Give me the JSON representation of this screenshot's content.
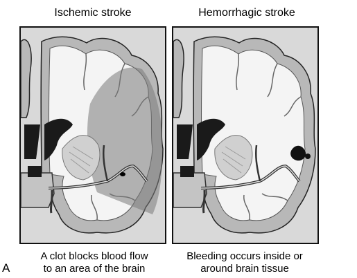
{
  "figure": {
    "letter": "A",
    "panels": [
      {
        "title": "Ischemic stroke",
        "caption_line1": "A clot blocks blood flow",
        "caption_line2": "to an area of the brain"
      },
      {
        "title": "Hemorrhagic stroke",
        "caption_line1": "Bleeding occurs inside or",
        "caption_line2": "around brain tissue"
      }
    ]
  },
  "colors": {
    "panel_bg": "#d9d9d9",
    "white_matter": "#f4f4f4",
    "gray_matter": "#b8b8b8",
    "ischemic_region": "#7a7a7a",
    "ventricle": "#1a1a1a",
    "vessel": "#333333"
  }
}
